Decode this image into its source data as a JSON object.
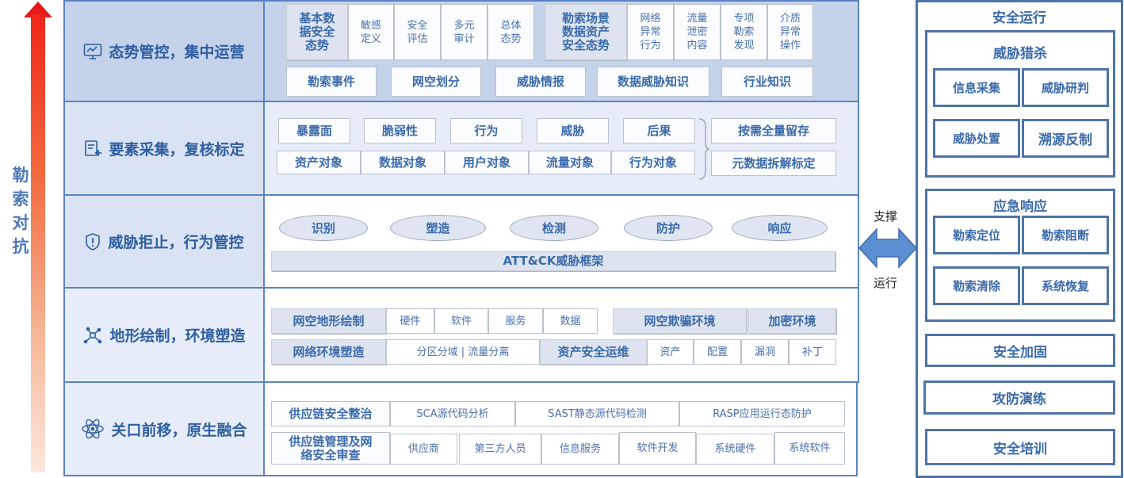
{
  "side_label": [
    "勒",
    "索",
    "对",
    "抗"
  ],
  "layers": [
    {
      "label": "态势管控，集中运营",
      "icon": "monitor-icon"
    },
    {
      "label": "要素采集，复核标定",
      "icon": "document-plus-icon"
    },
    {
      "label": "威胁拒止，行为管控",
      "icon": "shield-alert-icon"
    },
    {
      "label": "地形绘制，环境塑造",
      "icon": "network-nodes-icon"
    },
    {
      "label": "关口前移，原生融合",
      "icon": "atom-icon"
    }
  ],
  "situation": {
    "data_security": [
      "基本数",
      "据安全",
      "态势"
    ],
    "data_items": [
      [
        "敏感",
        "定义"
      ],
      [
        "安全",
        "评估"
      ],
      [
        "多元",
        "审计"
      ],
      [
        "总体",
        "态势"
      ]
    ],
    "ransom_scene": [
      "勒索场景",
      "数据资产",
      "安全态势"
    ],
    "ransom_items": [
      [
        "网络",
        "异常",
        "行为"
      ],
      [
        "流量",
        "泄密",
        "内容"
      ],
      [
        "专项",
        "勒索",
        "发现"
      ],
      [
        "介质",
        "异常",
        "操作"
      ]
    ],
    "knowledge": [
      "勒索事件",
      "网空划分",
      "威胁情报",
      "数据威胁知识",
      "行业知识"
    ]
  },
  "collection": {
    "row1": [
      "暴露面",
      "脆弱性",
      "行为",
      "威胁",
      "后果"
    ],
    "row2": [
      "资产对象",
      "数据对象",
      "用户对象",
      "流量对象",
      "行为对象"
    ],
    "right": [
      "按需全量留存",
      "元数据拆解标定"
    ]
  },
  "threat": {
    "phases": [
      "识别",
      "塑造",
      "检测",
      "防护",
      "响应"
    ],
    "framework": "ATT&CK威胁框架"
  },
  "terrain": {
    "cyber_mapping": "网空地形绘制",
    "cyber_items": [
      "硬件",
      "软件",
      "服务",
      "数据"
    ],
    "deception": "网空欺骗环境",
    "encryption": "加密环境",
    "env_shaping": "网络环境塑造",
    "segmentation": "分区分域 | 流量分离",
    "asset_ops": "资产安全运维",
    "asset_items": [
      "资产",
      "配置",
      "漏洞",
      "补丁"
    ]
  },
  "supply": {
    "governance": "供应链安全整治",
    "governance_items": [
      "SCA源代码分析",
      "SAST静态源代码检测",
      "RASP应用运行态防护"
    ],
    "audit": [
      "供应链管理及网",
      "络安全审查"
    ],
    "audit_items": [
      "供应商",
      "第三方人员",
      "信息服务",
      "软件开发",
      "系统硬件",
      "系统软件"
    ]
  },
  "connector": {
    "top": "支撑",
    "bottom": "运行"
  },
  "security_ops": {
    "title": "安全运行",
    "hunting": {
      "title": "威胁猎杀",
      "items": [
        "信息采集",
        "威胁研判",
        "威胁处置",
        "溯源反制"
      ]
    },
    "emergency": {
      "title": "应急响应",
      "items": [
        "勒索定位",
        "勒索阻断",
        "勒索清除",
        "系统恢复"
      ]
    },
    "extras": [
      "安全加固",
      "攻防演练",
      "安全培训"
    ]
  },
  "colors": {
    "border": "#5a84c2",
    "text": "#3b6aab",
    "arrow_top": "#e8191a",
    "right_border": "#4f74a8"
  }
}
